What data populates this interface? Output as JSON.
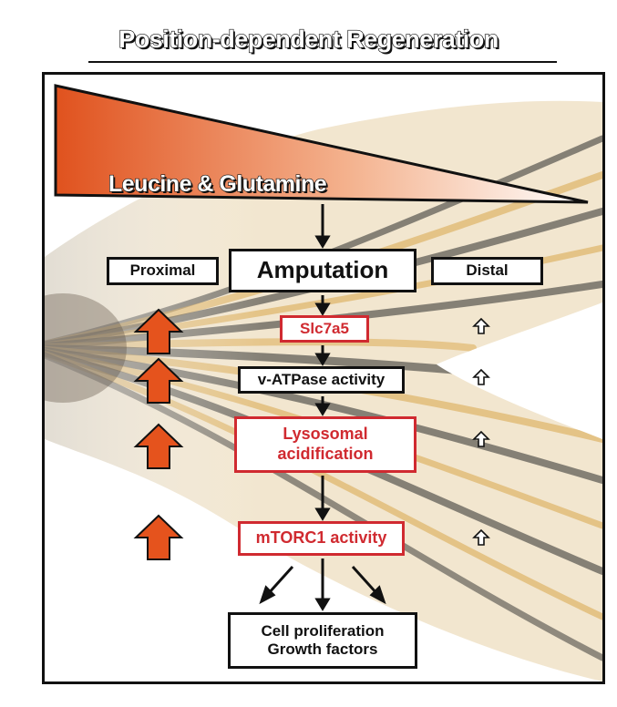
{
  "title": "Position-dependent Regeneration",
  "gradient": {
    "label": "Leucine & Glutamine",
    "colors": {
      "start": "#e0521e",
      "end": "#ffffff"
    }
  },
  "positions": {
    "proximal": "Proximal",
    "distal": "Distal"
  },
  "steps": {
    "amputation": "Amputation",
    "slc7a5": "Slc7a5",
    "vatpase": "v-ATPase activity",
    "lysosomal_line1": "Lysosomal",
    "lysosomal_line2": "acidification",
    "mtorc1": "mTORC1 activity",
    "outcome_line1": "Cell proliferation",
    "outcome_line2": "Growth factors"
  },
  "colors": {
    "highlight_red": "#d02a30",
    "proximal_arrow": "#e5531d",
    "outline": "#111111"
  },
  "icons": {
    "proximal_marker": "large-orange-up-arrow",
    "distal_marker": "small-white-up-arrow",
    "flow": "down-arrow"
  }
}
